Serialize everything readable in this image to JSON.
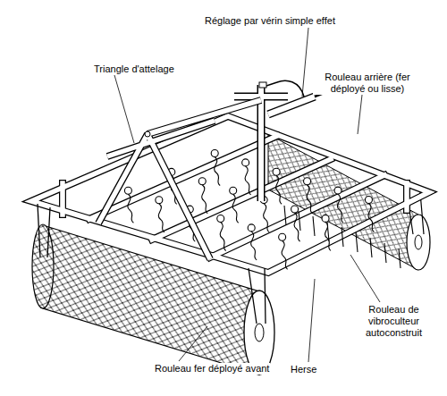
{
  "diagram": {
    "labels": [
      "Réglage par vérin simple effet",
      "Triangle d'attelage",
      "Rouleau arrière (fer déployé ou lisse)",
      "Rouleau de vibroculteur autoconstruit",
      "Rouleau fer déployé avant",
      "Herse"
    ]
  }
}
